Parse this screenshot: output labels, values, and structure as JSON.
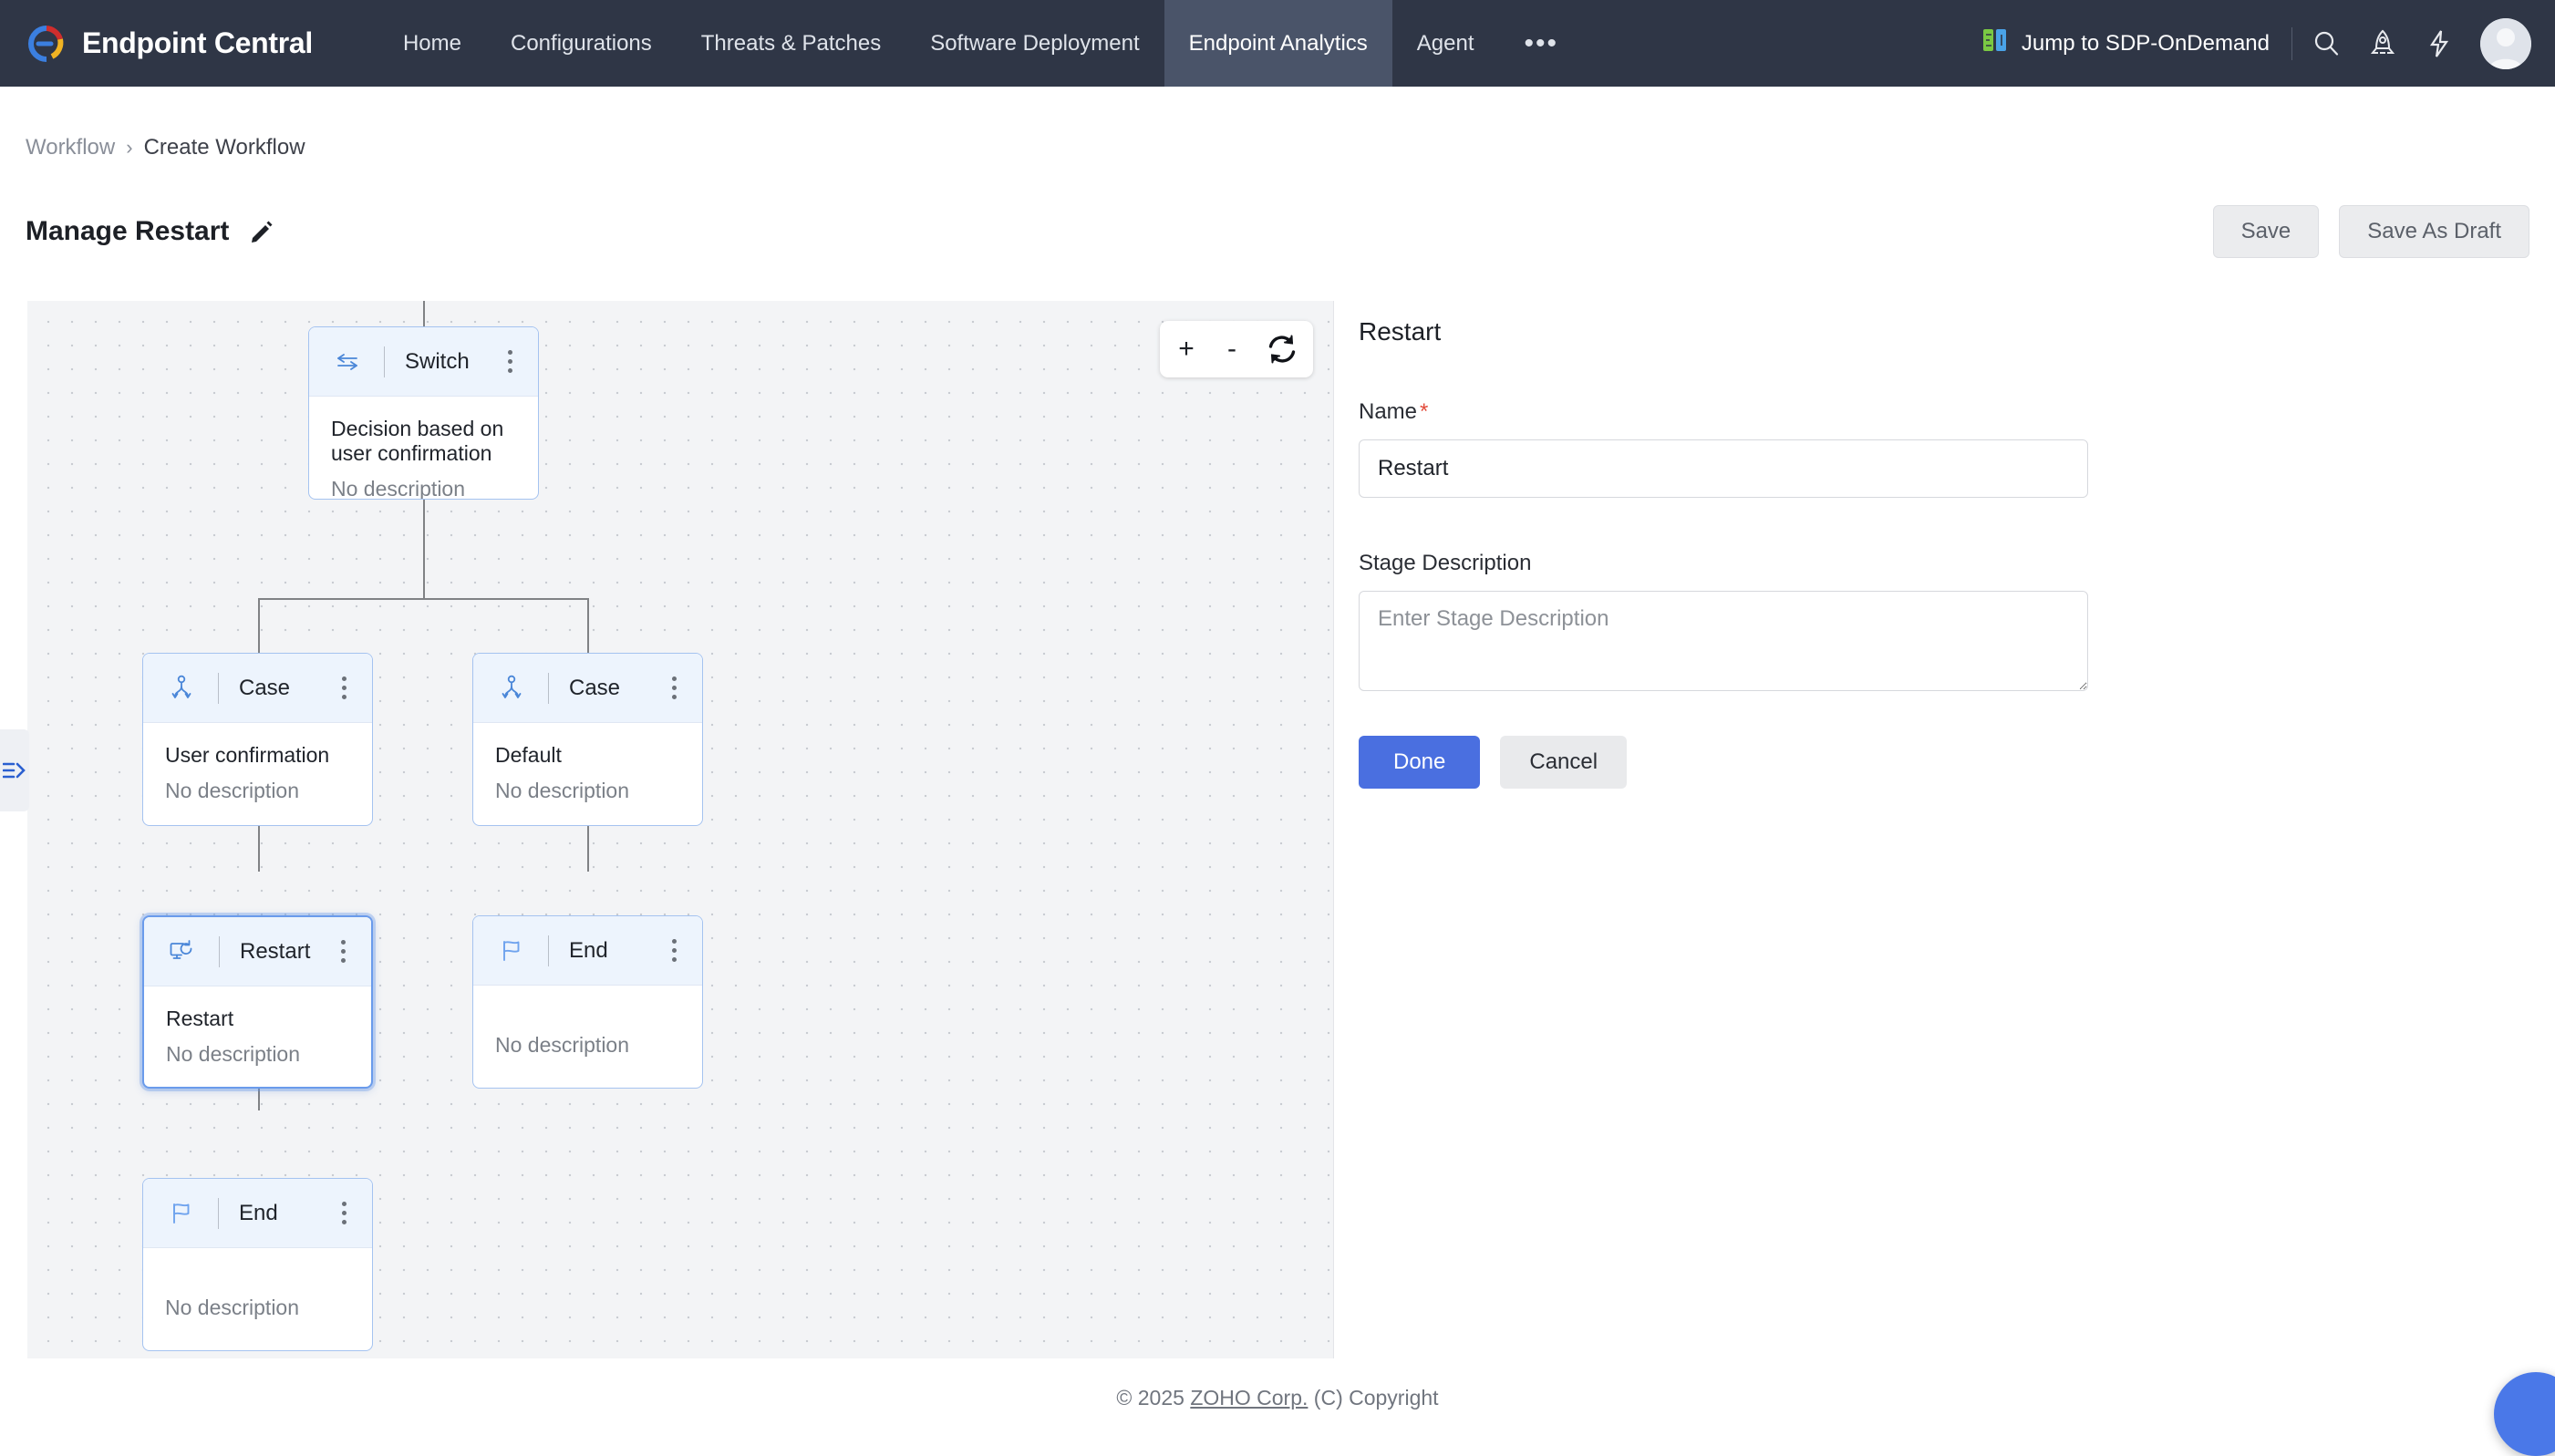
{
  "header": {
    "brand": "Endpoint Central",
    "nav_items": [
      {
        "label": "Home",
        "active": false
      },
      {
        "label": "Configurations",
        "active": false
      },
      {
        "label": "Threats & Patches",
        "active": false
      },
      {
        "label": "Software Deployment",
        "active": false
      },
      {
        "label": "Endpoint Analytics",
        "active": true
      },
      {
        "label": "Agent",
        "active": false
      }
    ],
    "more_label": "•••",
    "jump_label": "Jump to SDP-OnDemand",
    "icons": [
      "search-icon",
      "rocket-icon",
      "bolt-icon",
      "avatar"
    ]
  },
  "breadcrumb": {
    "root": "Workflow",
    "separator": "›",
    "current": "Create Workflow"
  },
  "page": {
    "title": "Manage Restart",
    "edit_icon": "pencil-icon",
    "save_label": "Save",
    "save_draft_label": "Save As Draft"
  },
  "canvas": {
    "zoom_in": "+",
    "zoom_out": "-",
    "reset_icon": "refresh-icon",
    "collapse_icon": "expand-panel-icon",
    "nodes": [
      {
        "id": "switch",
        "type_label": "Switch",
        "icon": "switch-arrows-icon",
        "name": "Decision based on user confirmation",
        "description": "No description",
        "selected": false
      },
      {
        "id": "case-user-confirmation",
        "type_label": "Case",
        "icon": "branch-icon",
        "name": "User confirmation",
        "description": "No description",
        "selected": false
      },
      {
        "id": "case-default",
        "type_label": "Case",
        "icon": "branch-icon",
        "name": "Default",
        "description": "No description",
        "selected": false
      },
      {
        "id": "restart",
        "type_label": "Restart",
        "icon": "monitor-restart-icon",
        "name": "Restart",
        "description": "No description",
        "selected": true
      },
      {
        "id": "end-right",
        "type_label": "End",
        "icon": "flag-icon",
        "name": "",
        "description": "No description",
        "selected": false
      },
      {
        "id": "end-left",
        "type_label": "End",
        "icon": "flag-icon",
        "name": "",
        "description": "No description",
        "selected": false
      }
    ]
  },
  "panel": {
    "title": "Restart",
    "name_label": "Name",
    "name_required": "*",
    "name_value": "Restart",
    "desc_label": "Stage Description",
    "desc_placeholder": "Enter Stage Description",
    "desc_value": "",
    "done_label": "Done",
    "cancel_label": "Cancel"
  },
  "footer": {
    "prefix": "© 2025 ",
    "link": "ZOHO Corp.",
    "suffix": " (C) Copyright"
  },
  "colors": {
    "nav_bg": "#2f3646",
    "nav_active": "#4a5469",
    "node_border": "#a5c3f0",
    "node_header": "#edf4fd",
    "primary": "#4a6fe0",
    "required": "#e24b3b",
    "canvas_bg": "#f3f4f6"
  }
}
